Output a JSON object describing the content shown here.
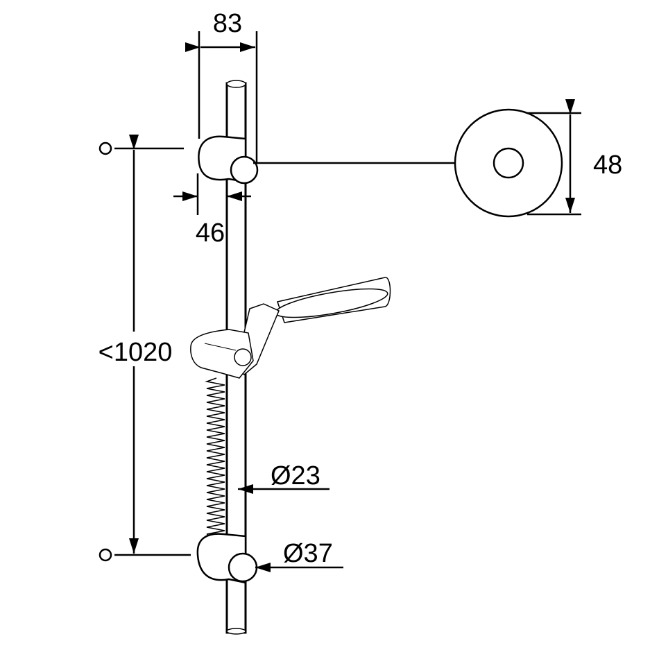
{
  "title": "Shower rail set dimension drawing",
  "dimensions": {
    "bracket_width": "83",
    "wall_flange_diameter": "48",
    "wall_offset": "46",
    "rail_length": "<1020",
    "rail_diameter": "Ø23",
    "bracket_diameter": "Ø37"
  },
  "colors": {
    "line": "#000000",
    "background": "#ffffff"
  }
}
